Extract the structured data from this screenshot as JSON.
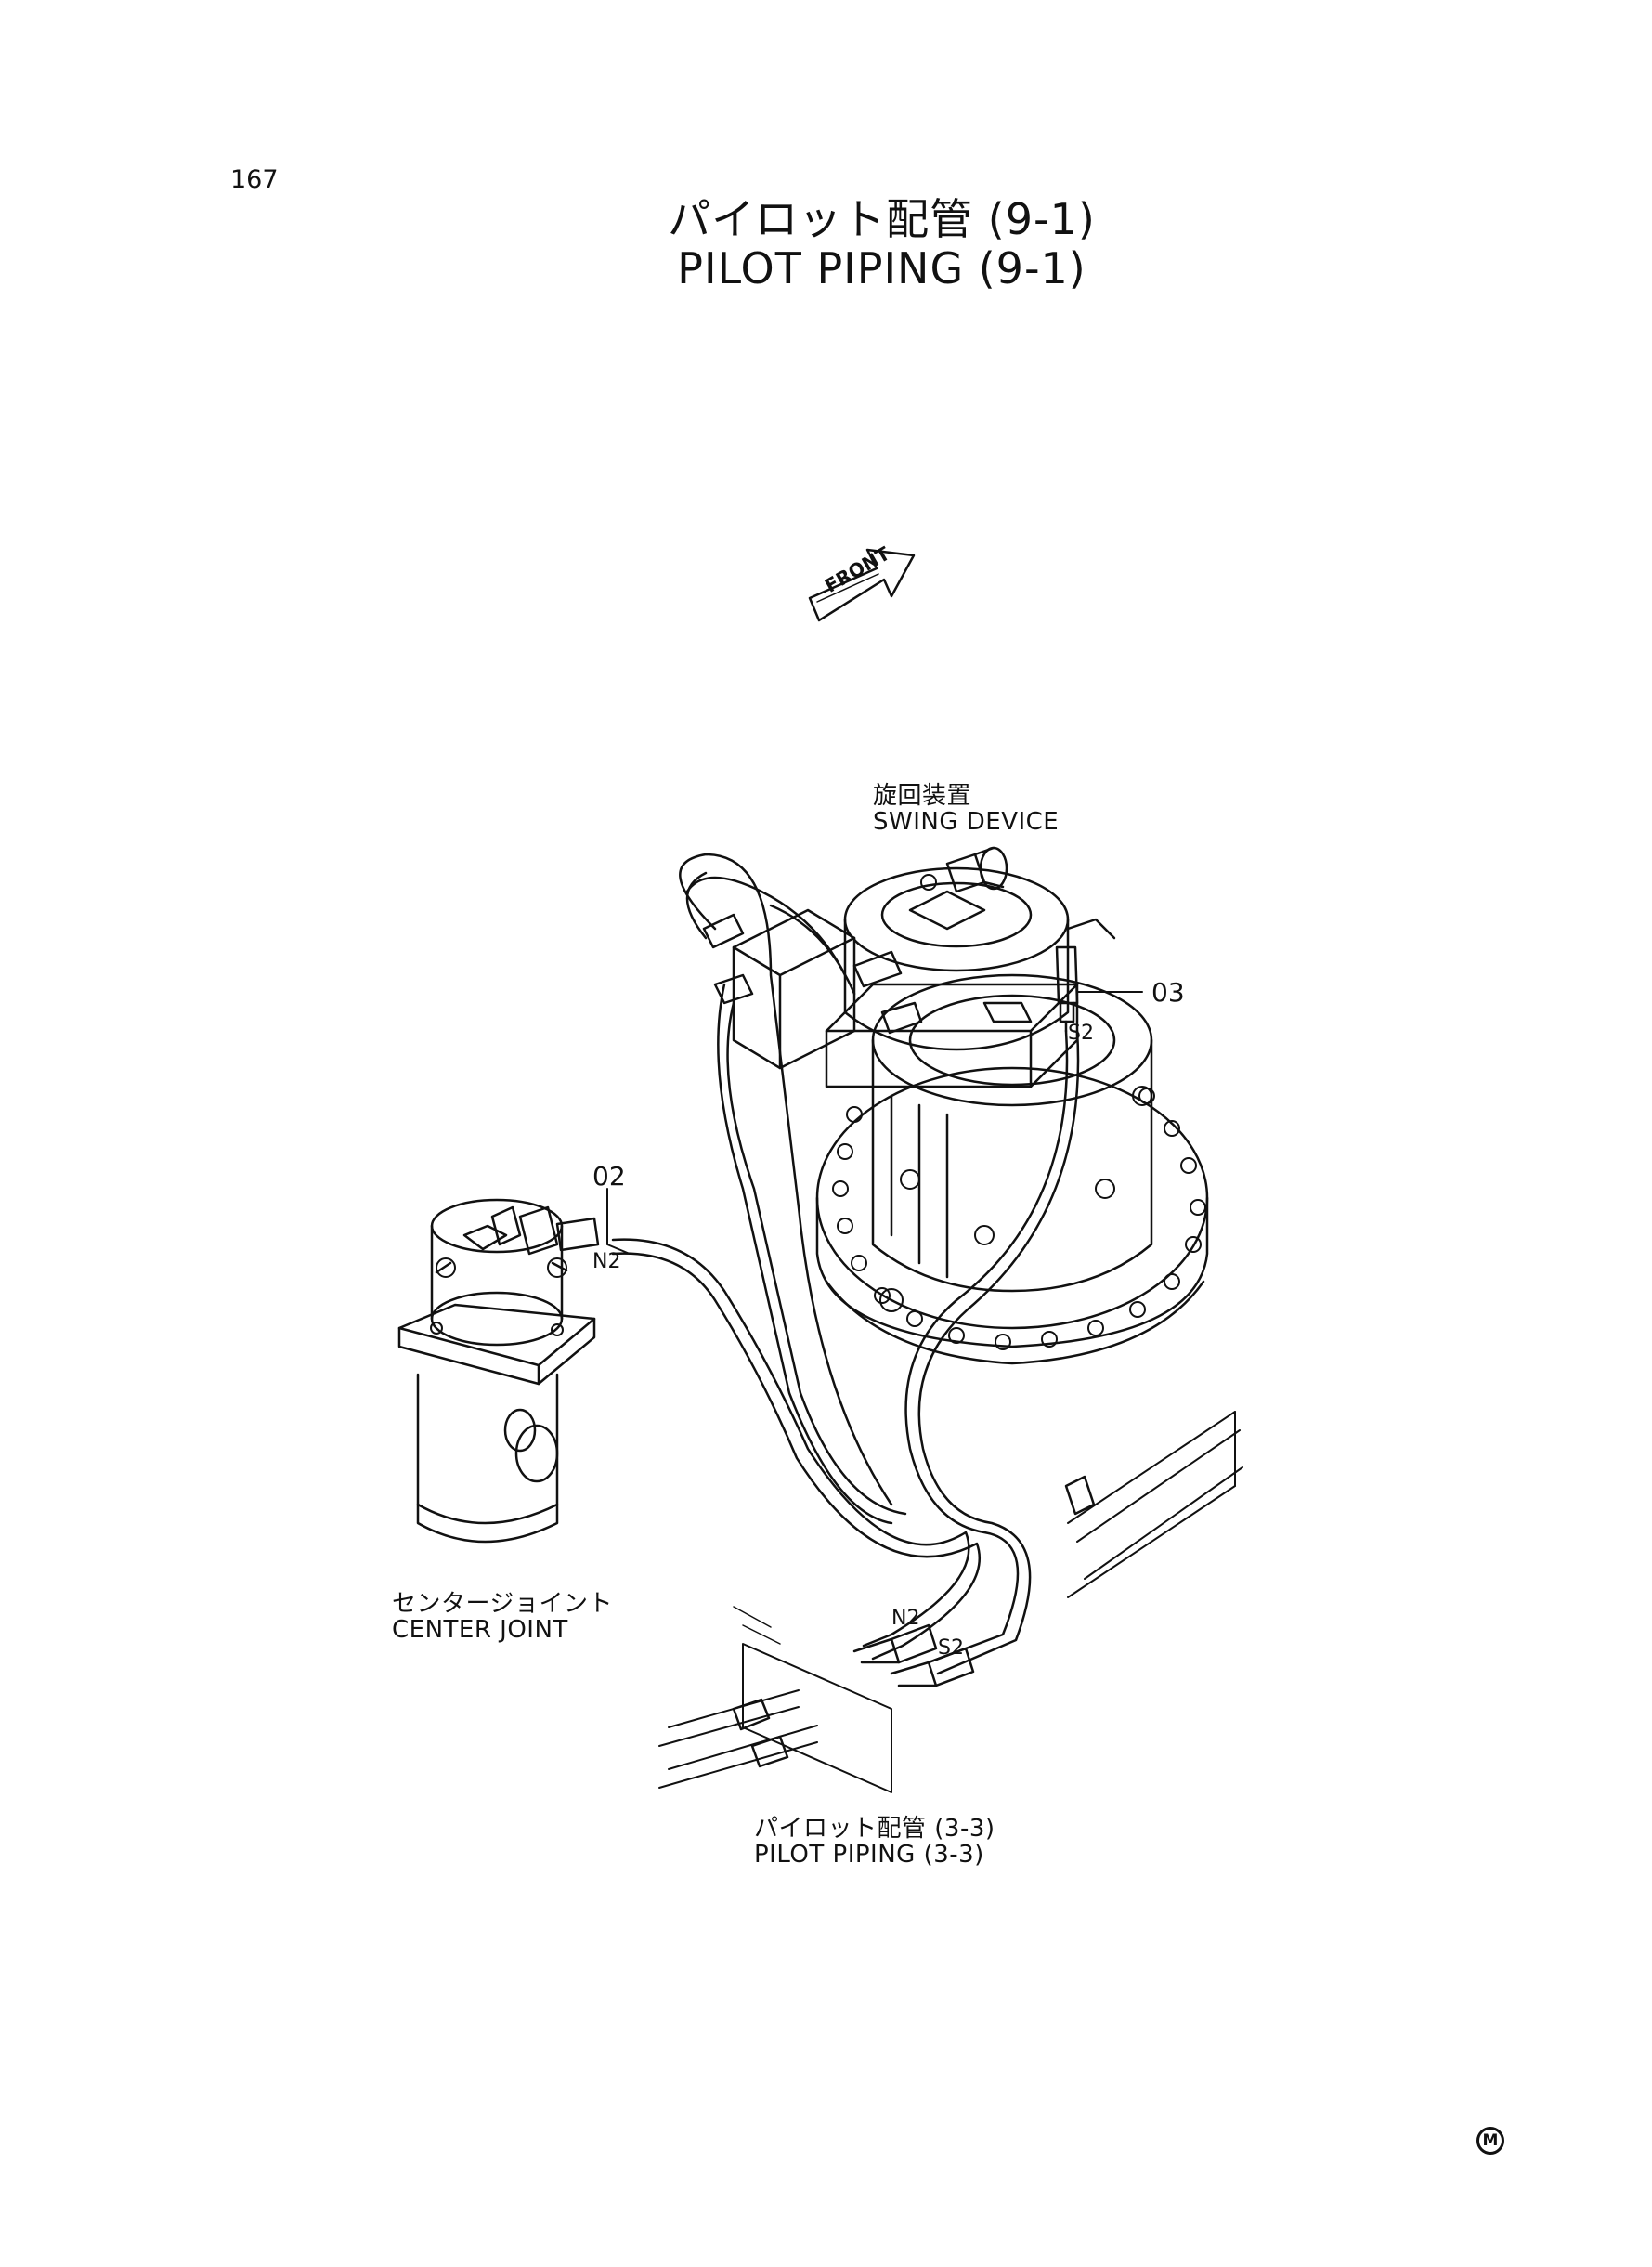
{
  "page": {
    "number": "167"
  },
  "title": {
    "japanese": "パイロット配管 (9-1)",
    "english": "PILOT PIPING (9-1)"
  },
  "front_arrow": {
    "label": "FRONT"
  },
  "components": {
    "swing_device": {
      "japanese": "旋回装置",
      "english": "SWING DEVICE"
    },
    "center_joint": {
      "japanese": "センタージョイント",
      "english": "CENTER JOINT"
    },
    "pilot_piping_ref": {
      "japanese": "パイロット配管 (3-3)",
      "english": "PILOT PIPING (3-3)"
    }
  },
  "callouts": {
    "c02": "02",
    "c03": "03"
  },
  "port_tags": {
    "n2_top": "N2",
    "s2_top": "S2",
    "n2_bottom": "N2",
    "s2_bottom": "S2"
  },
  "mark": "M",
  "icons": [
    "front-arrow-icon",
    "m-mark-icon"
  ]
}
